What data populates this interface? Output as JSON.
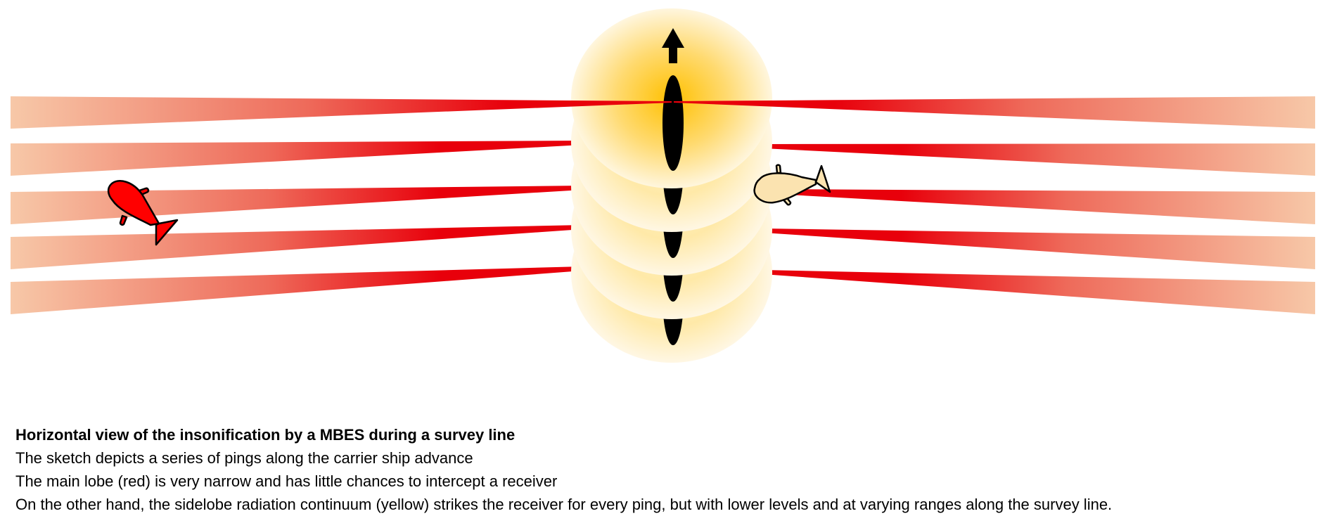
{
  "diagram": {
    "colors": {
      "main_lobe": "#E8000B",
      "main_lobe_faded": "#F7C8A8",
      "sidelobe_center": "#FFC000",
      "sidelobe_edge": "#FFF4D6",
      "receiver_red": "#FF0000",
      "receiver_pale": "#FBE3B0",
      "ship": "#000000"
    },
    "ping_count": 5,
    "icons": [
      "direction-arrow-icon",
      "ship-footprint-icon",
      "fish-receiver-icon"
    ]
  },
  "caption": {
    "title": "Horizontal view of the insonification by a MBES during a survey line",
    "lines": [
      "The sketch depicts a series of pings along the carrier ship advance",
      "The main lobe (red) is very narrow and has little chances to intercept a receiver",
      "On the other hand, the sidelobe radiation continuum (yellow) strikes the receiver for every ping, but with lower levels and at varying ranges along the survey line."
    ]
  }
}
